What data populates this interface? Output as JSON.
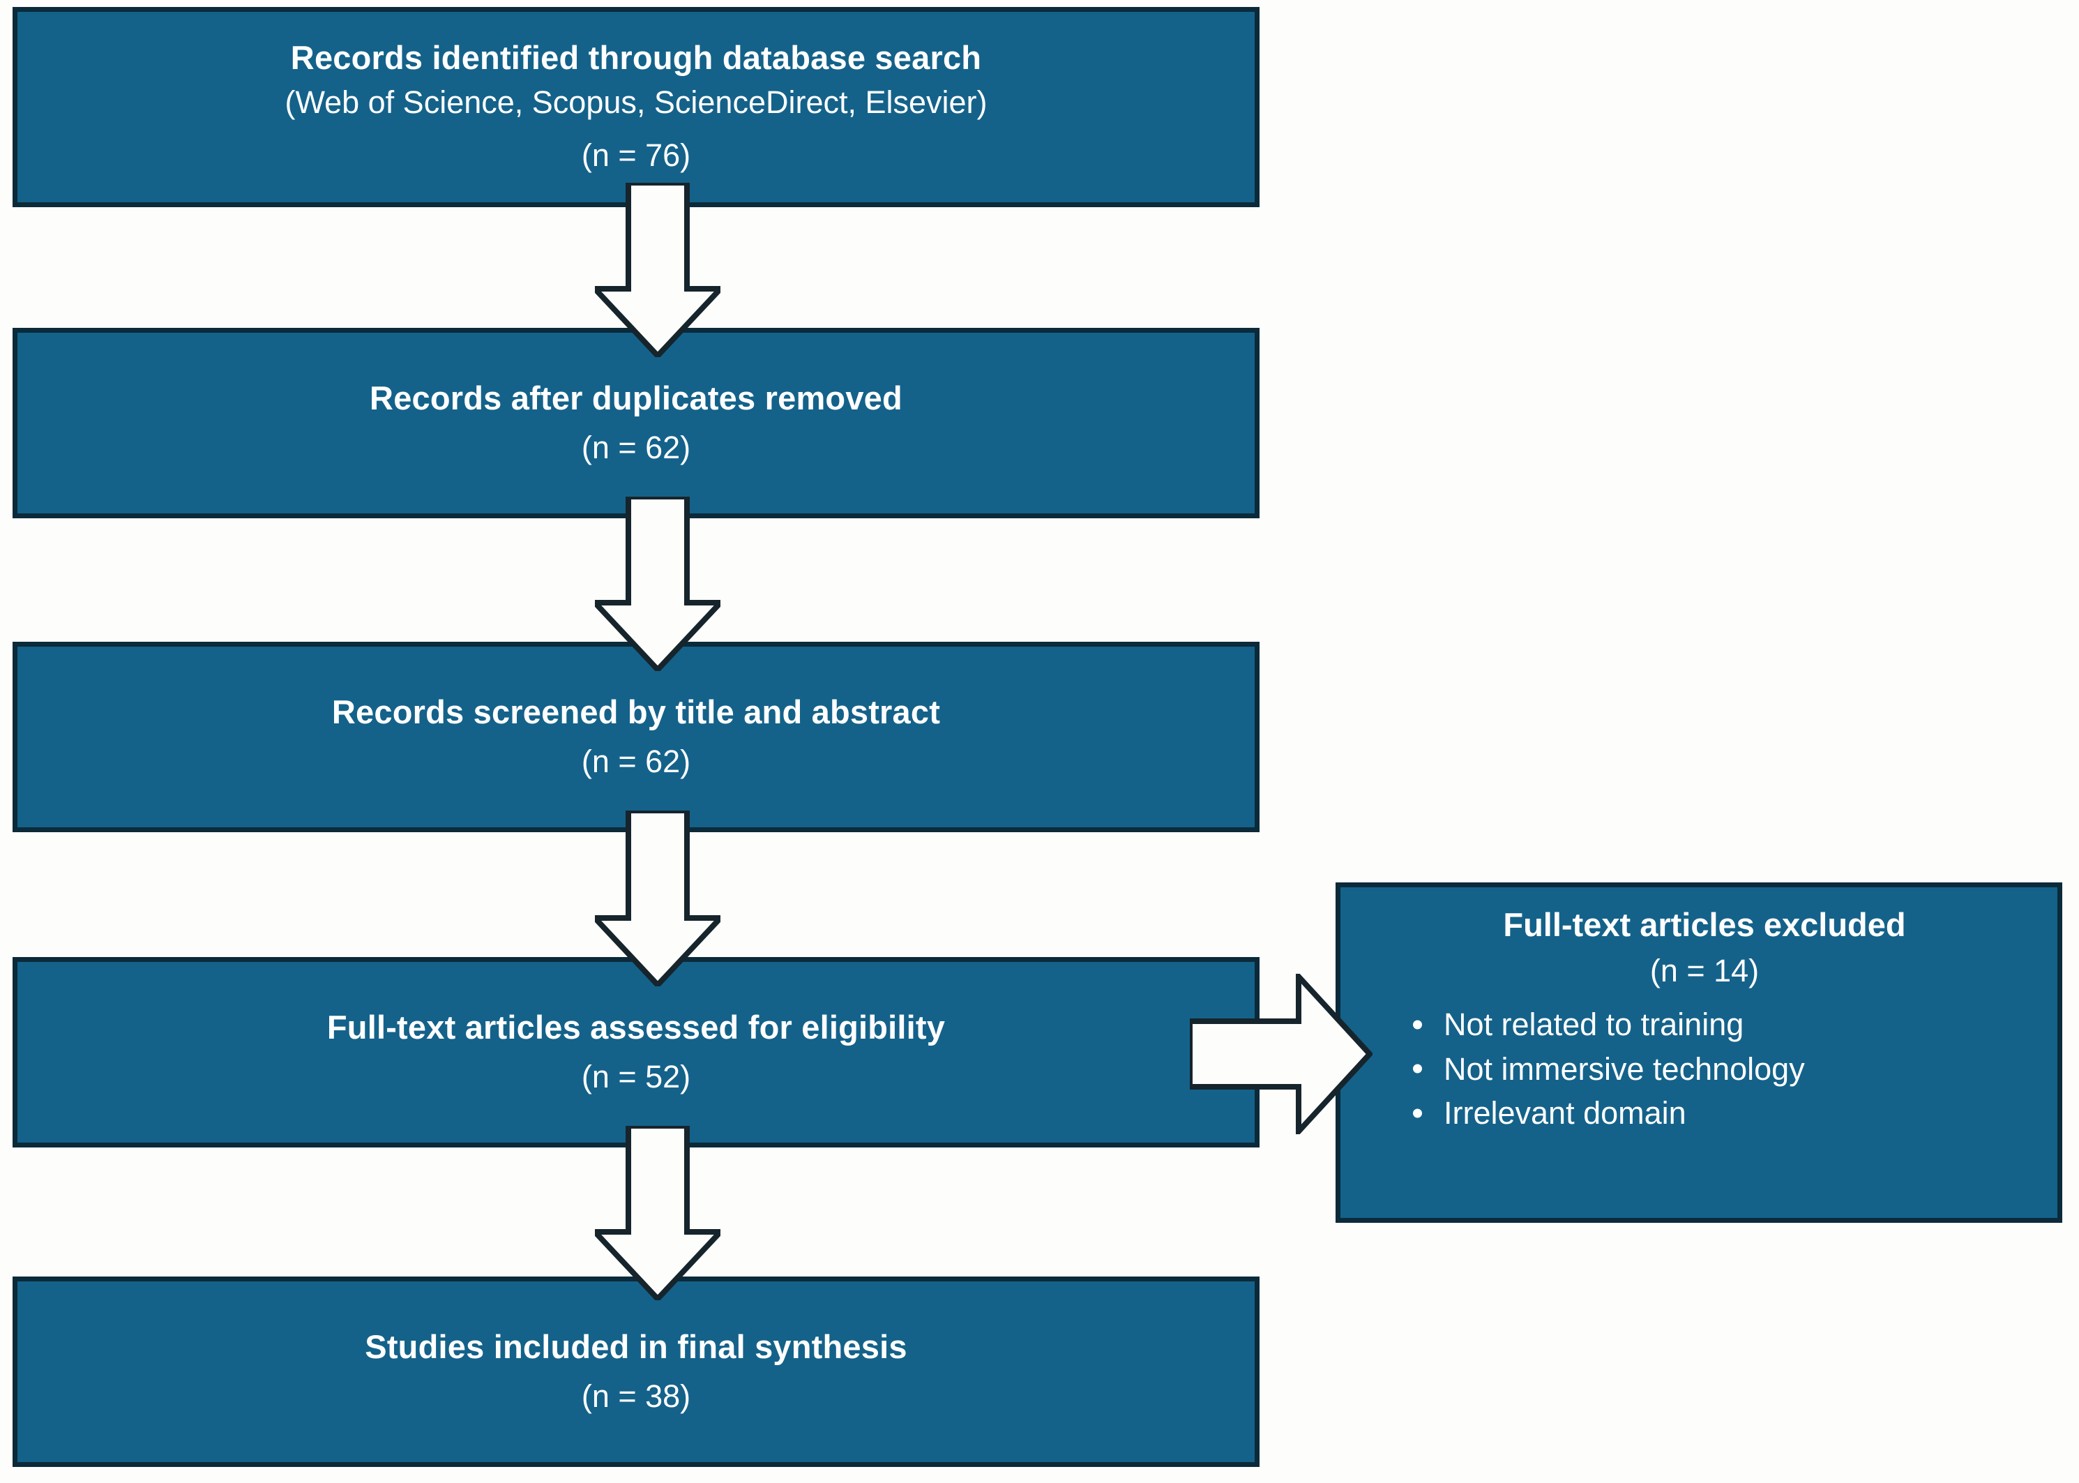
{
  "diagram": {
    "title": "PRISMA study selection flow diagram",
    "colors": {
      "box_fill": "#14628a",
      "box_border": "#0b2a3a",
      "box_text": "#ffffff",
      "arrow_fill": "#fdfdfb",
      "arrow_stroke": "#16242c",
      "background": "#fdfdfb"
    },
    "boxes": [
      {
        "id": "identified",
        "title": "Records identified through database search",
        "subtitle": "(Web of Science, Scopus, ScienceDirect, Elsevier)",
        "count": "(n = 76)"
      },
      {
        "id": "duplicates-removed",
        "title": "Records after duplicates removed",
        "count": "(n = 62)"
      },
      {
        "id": "screened",
        "title": "Records screened by title and abstract",
        "count": "(n = 62)"
      },
      {
        "id": "eligibility",
        "title": "Full-text articles assessed for eligibility",
        "count": "(n = 52)"
      },
      {
        "id": "included",
        "title": "Studies included in final synthesis",
        "count": "(n = 38)"
      }
    ],
    "excluded_box": {
      "id": "excluded",
      "title": "Full-text articles excluded",
      "count": "(n = 14)",
      "reasons": [
        "Not related to training",
        "Not immersive technology",
        "Irrelevant domain"
      ]
    },
    "arrows": [
      {
        "id": "arrow-1",
        "direction": "down",
        "from": "identified",
        "to": "duplicates-removed"
      },
      {
        "id": "arrow-2",
        "direction": "down",
        "from": "duplicates-removed",
        "to": "screened"
      },
      {
        "id": "arrow-3",
        "direction": "down",
        "from": "screened",
        "to": "eligibility"
      },
      {
        "id": "arrow-4",
        "direction": "down",
        "from": "eligibility",
        "to": "included"
      },
      {
        "id": "arrow-5",
        "direction": "right",
        "from": "eligibility",
        "to": "excluded"
      }
    ]
  }
}
